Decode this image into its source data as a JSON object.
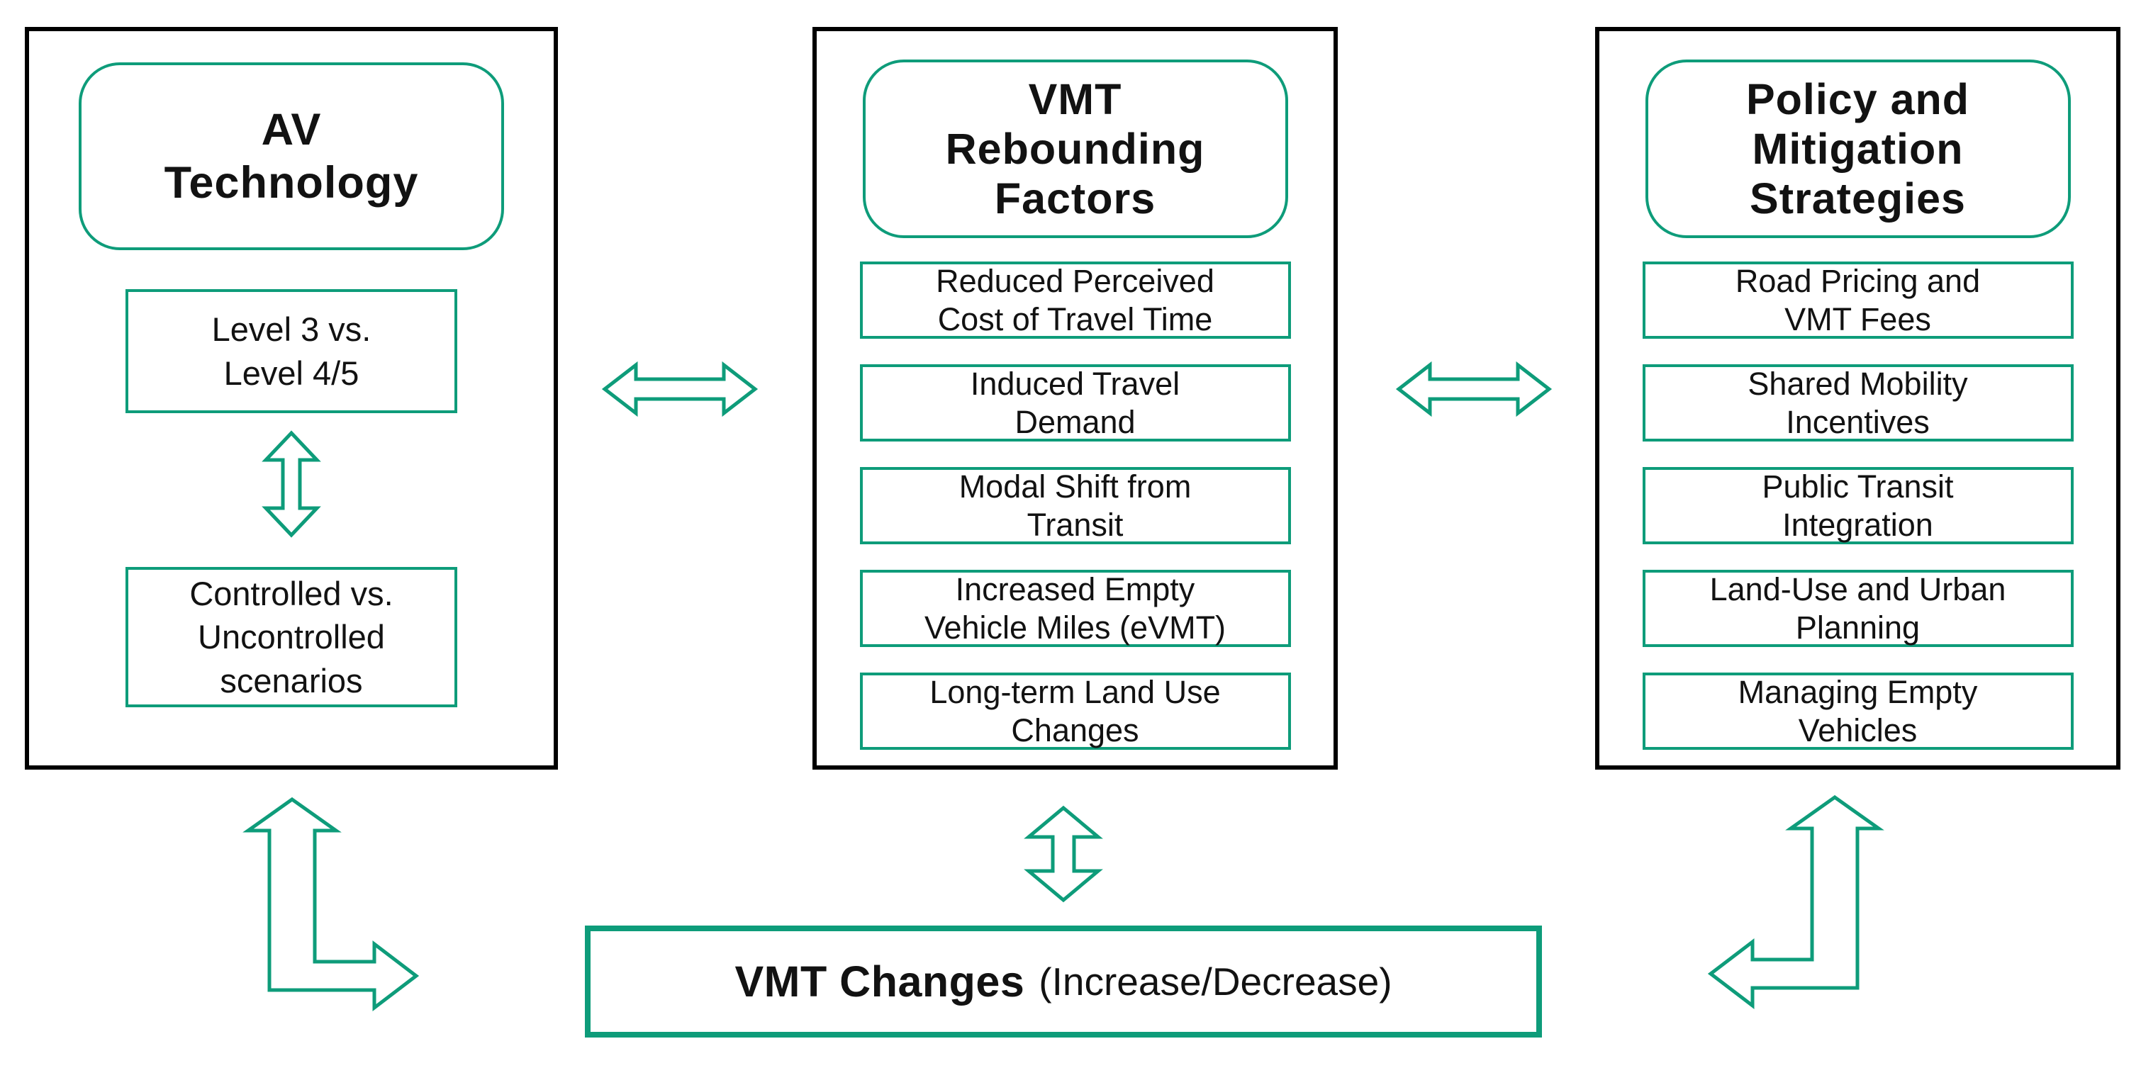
{
  "colors": {
    "accent_teal": "#0E9C7A",
    "panel_border": "#000000",
    "text": "#121212",
    "background": "#FFFFFF"
  },
  "panels": [
    {
      "title": "AV\nTechnology",
      "items": [
        {
          "label": "Level 3 vs.\nLevel 4/5"
        },
        {
          "label": "Controlled vs.\nUncontrolled\nscenarios"
        }
      ]
    },
    {
      "title": "VMT\nRebounding\nFactors",
      "items": [
        {
          "label": "Reduced Perceived\nCost of Travel Time"
        },
        {
          "label": "Induced Travel\nDemand"
        },
        {
          "label": "Modal Shift from\nTransit"
        },
        {
          "label": "Increased Empty\nVehicle Miles (eVMT)"
        },
        {
          "label": "Long-term Land Use\nChanges"
        }
      ]
    },
    {
      "title": "Policy and\nMitigation\nStrategies",
      "items": [
        {
          "label": "Road Pricing and\nVMT Fees"
        },
        {
          "label": "Shared Mobility\nIncentives"
        },
        {
          "label": "Public Transit\nIntegration"
        },
        {
          "label": "Land-Use and Urban\nPlanning"
        },
        {
          "label": "Managing Empty\nVehicles"
        }
      ]
    }
  ],
  "bottom_box": {
    "bold": "VMT Changes",
    "regular": "(Increase/Decrease)"
  },
  "arrows": {
    "av_vmt": "bidirectional-horizontal-arrow",
    "vmt_policy": "bidirectional-horizontal-arrow",
    "av_internal": "bidirectional-vertical-arrow",
    "vmt_changes": "bidirectional-vertical-arrow",
    "av_changes": "bent-bidirectional-arrow-up-right",
    "changes_policy": "bent-bidirectional-arrow-up-left"
  }
}
